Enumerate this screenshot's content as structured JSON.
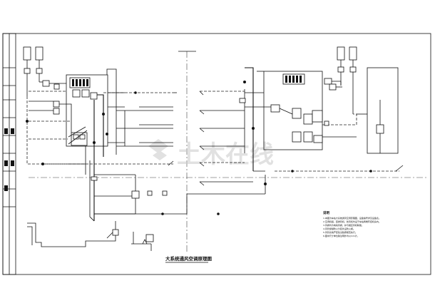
{
  "drawing": {
    "title": "大系统通风空调原理图",
    "notes_heading": "说明",
    "notes_lines": [
      "1.本图为车站大系统通风空调原理图，设备编号详见设备表。",
      "2.空调机组、回排风机、新风机均设于车站两端环控机房内。",
      "3.风阀均为电动风阀，并与相应风机联锁。",
      "4.风管穿越防火分区处设防火阀。",
      "5.风管系统严密性试验按规范执行。",
      "6.图中尺寸单位除注明外均以mm计。"
    ],
    "title_block_rows": [
      "",
      "",
      "",
      "",
      "",
      "",
      "",
      "",
      "",
      ""
    ]
  },
  "watermark": {
    "text": "土木在线",
    "color": "#c9c9c9"
  },
  "colors": {
    "line": "#111111",
    "paper": "#ffffff"
  }
}
